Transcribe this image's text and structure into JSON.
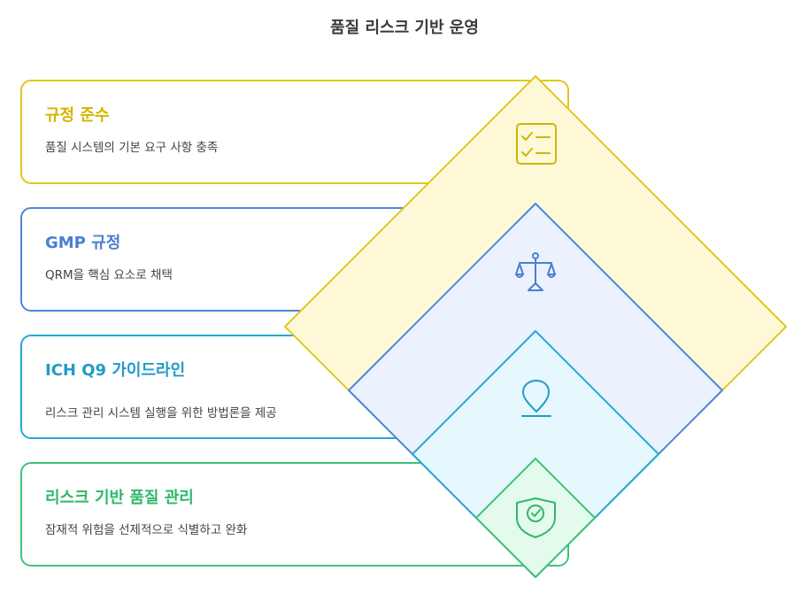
{
  "title": "품질 리스크 기반 운영",
  "levels": [
    {
      "title": "규정 준수",
      "description": "품질 시스템의 기본 요구 사항 충족",
      "icon": "checklist-icon",
      "color": "#e0c81e"
    },
    {
      "title": "GMP 규정",
      "description": "QRM을 핵심 요소로 채택",
      "icon": "scale-icon",
      "color": "#4d86d9"
    },
    {
      "title": "ICH Q9 가이드라인",
      "description": "리스크 관리 시스템 실행을 위한 방법론을 제공",
      "icon": "location-pin-icon",
      "color": "#25a9d2"
    },
    {
      "title": "리스크 기반 품질 관리",
      "description": "잠재적 위험을 선제적으로 식별하고 완화",
      "icon": "shield-check-icon",
      "color": "#3fc47b"
    }
  ]
}
